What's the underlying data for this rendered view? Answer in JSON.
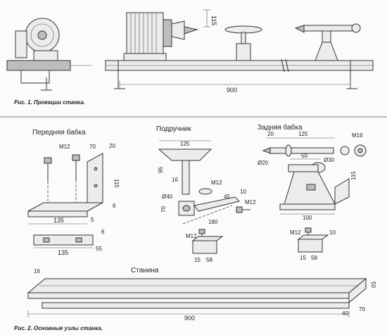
{
  "figure1": {
    "caption": "Рис. 1. Проекции станка.",
    "dims": {
      "height": "115",
      "length": "900"
    }
  },
  "figure2": {
    "caption": "Рис. 2. Основные узлы станка.",
    "headstock": {
      "title": "Передняя бабка",
      "dims": {
        "bolt": "M12",
        "w70": "70",
        "w20": "20",
        "h115": "115",
        "t6a": "6",
        "t5": "5",
        "len135": "135",
        "t6b": "6",
        "len135b": "135",
        "h55": "55"
      }
    },
    "toolrest": {
      "title": "Подручник",
      "dims": {
        "w125": "125",
        "h95": "95",
        "d16": "16",
        "m12a": "M12",
        "d40": "Ø40",
        "w45": "45",
        "t10": "10",
        "h70": "70",
        "len160": "160",
        "m12b": "M12",
        "m12c": "M12",
        "w15": "15",
        "w58": "58"
      }
    },
    "tailstock": {
      "title": "Задняя бабка",
      "dims": {
        "w20": "20",
        "w125": "125",
        "m16": "M16",
        "d20": "Ø20",
        "w50": "50",
        "d30": "Ø30",
        "h115": "115",
        "w100": "100",
        "m12": "M12",
        "t10": "10",
        "w15": "15",
        "w58": "58"
      }
    },
    "bed": {
      "title": "Станина",
      "dims": {
        "t16": "16",
        "h50": "50",
        "len900": "900",
        "w40": "40",
        "w70": "70"
      }
    }
  }
}
